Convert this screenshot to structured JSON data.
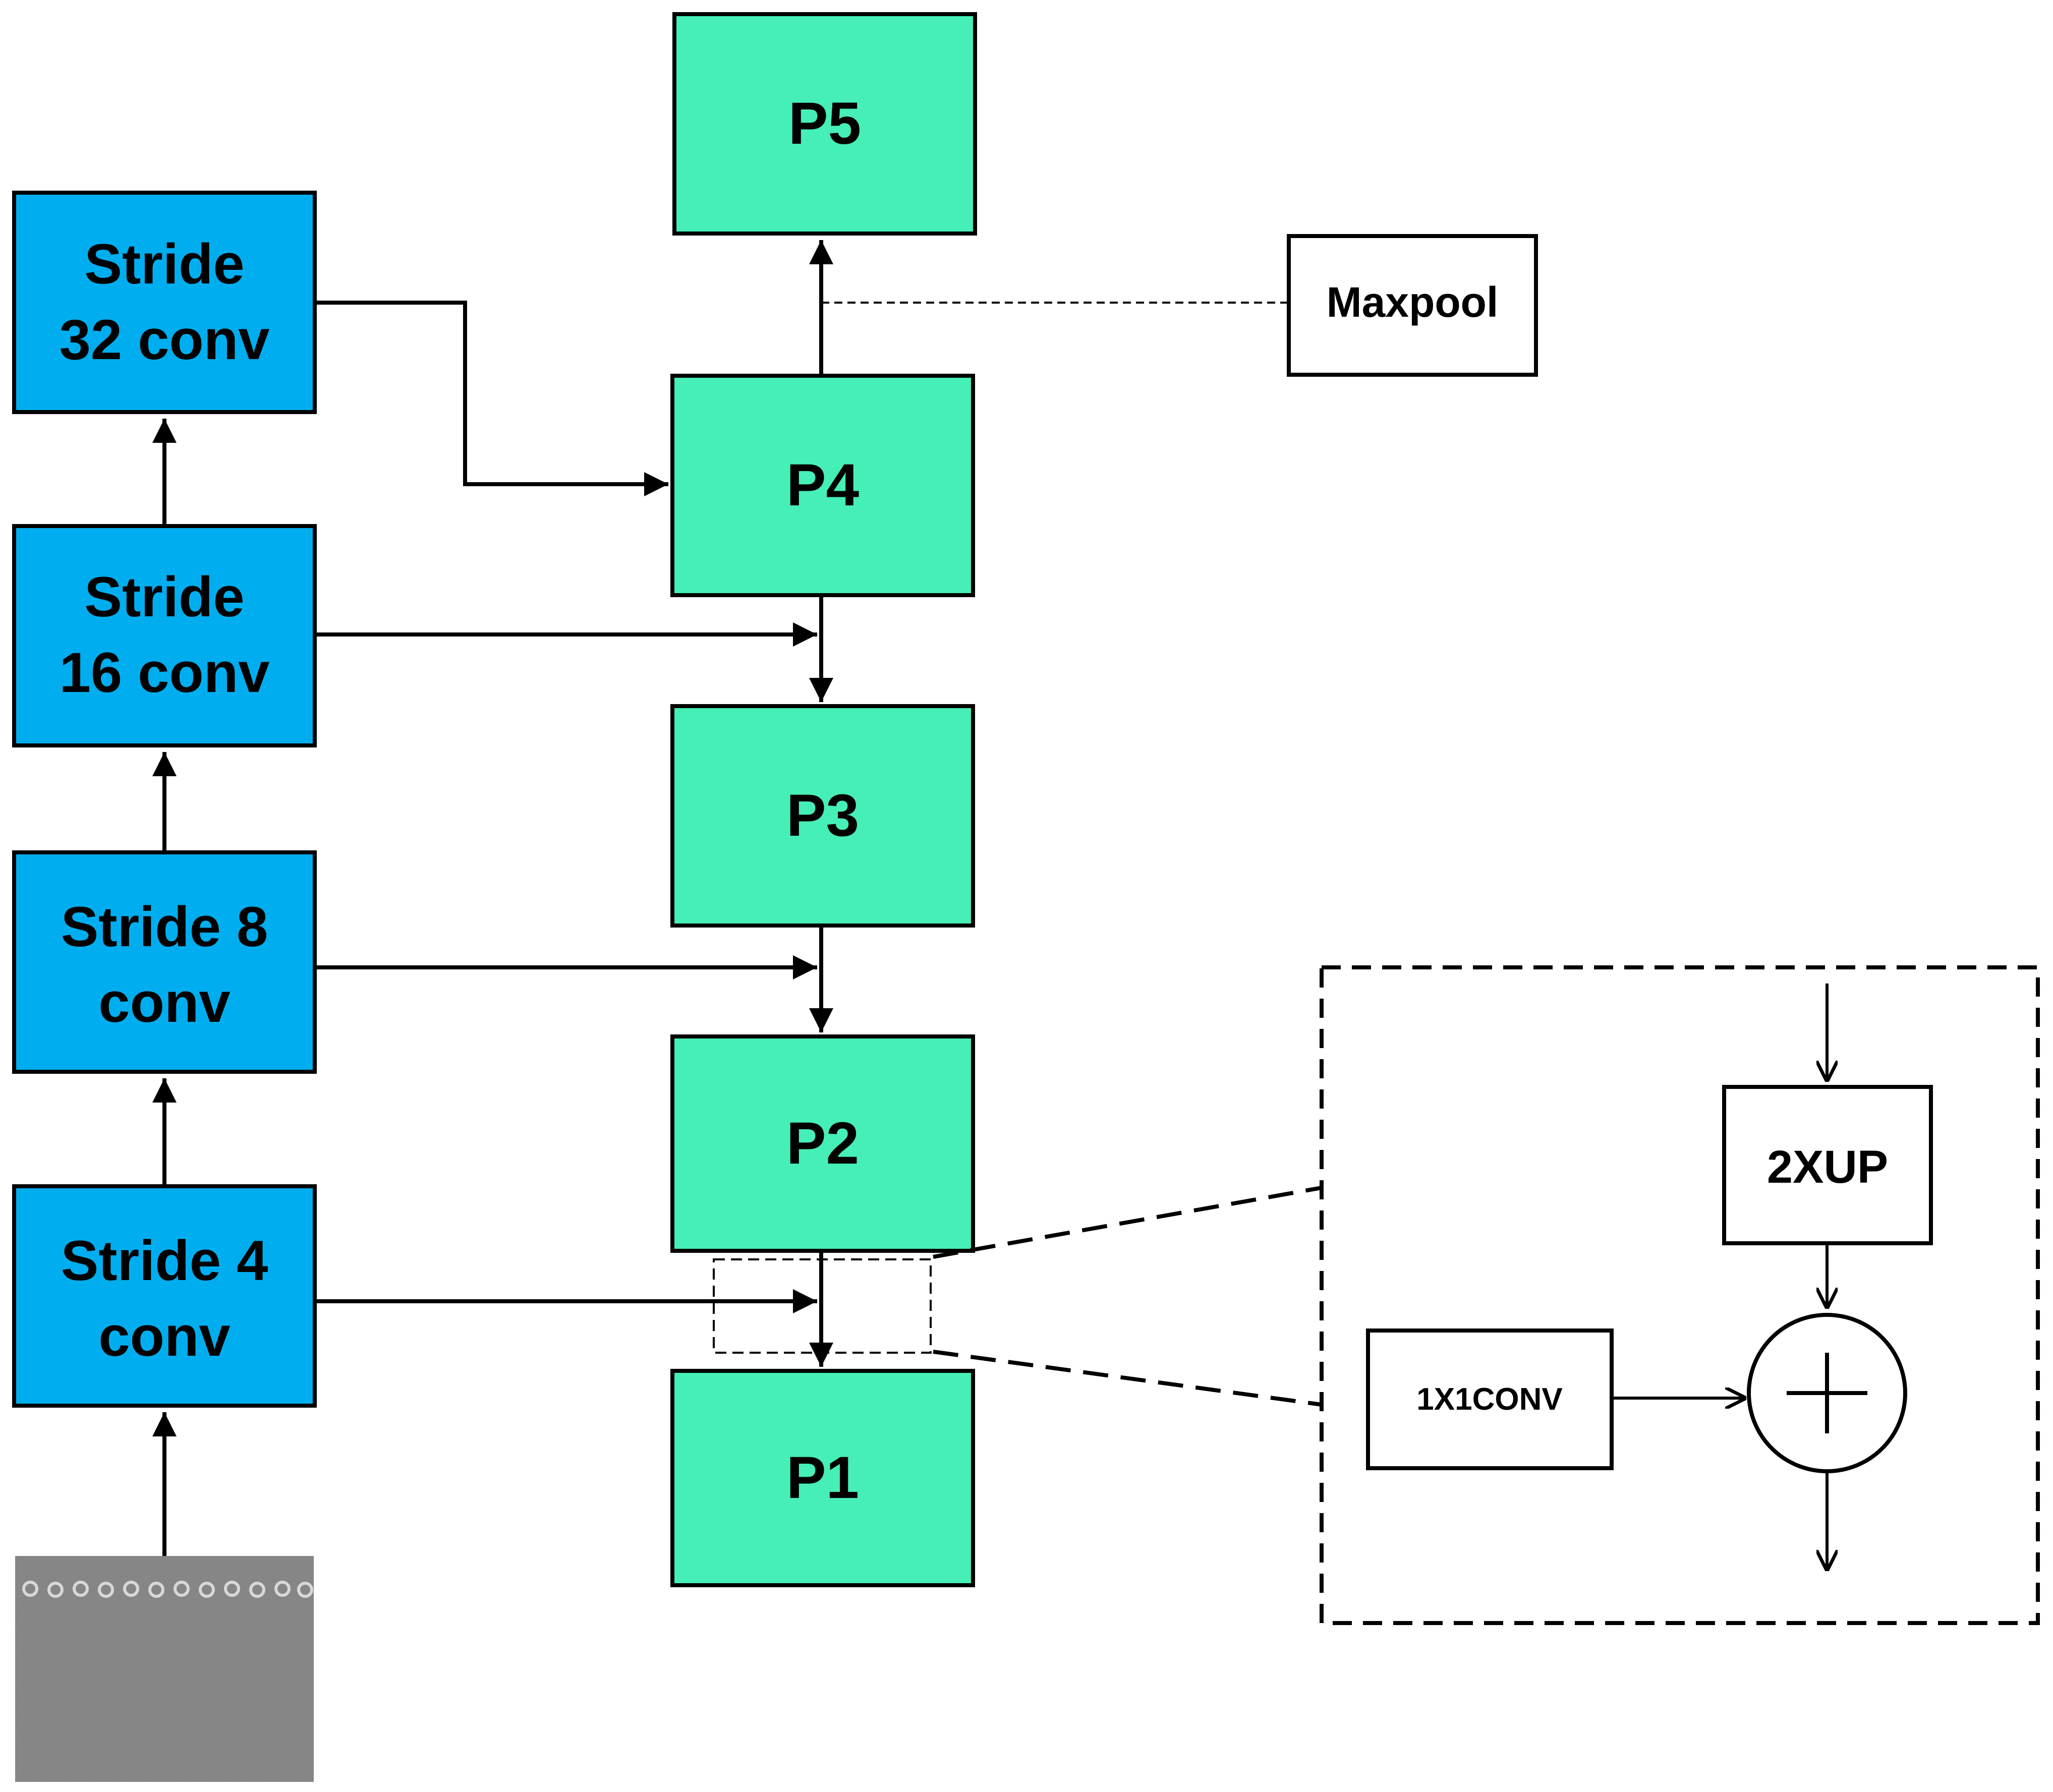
{
  "backbone": [
    {
      "id": "stride4",
      "line1": "Stride 4",
      "line2": "conv"
    },
    {
      "id": "stride8",
      "line1": "Stride 8",
      "line2": "conv"
    },
    {
      "id": "stride16",
      "line1": "Stride",
      "line2": "16 conv"
    },
    {
      "id": "stride32",
      "line1": "Stride",
      "line2": "32 conv"
    }
  ],
  "pyramid": [
    {
      "id": "p1",
      "label": "P1"
    },
    {
      "id": "p2",
      "label": "P2"
    },
    {
      "id": "p3",
      "label": "P3"
    },
    {
      "id": "p4",
      "label": "P4"
    },
    {
      "id": "p5",
      "label": "P5"
    }
  ],
  "maxpool_label": "Maxpool",
  "detail": {
    "upsample_label": "2XUP",
    "lateral_label": "1X1CONV"
  },
  "colors": {
    "backbone_fill": "#00aeef",
    "pyramid_fill": "#46eeb8",
    "stroke": "#000000",
    "input_image": "#8c8c8c"
  },
  "icons": {
    "sum": "circled-plus-icon"
  }
}
